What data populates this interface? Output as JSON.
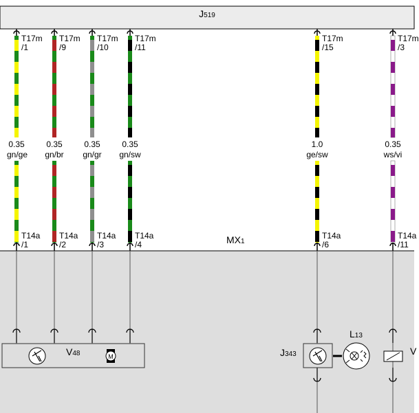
{
  "header": {
    "title_main": "J",
    "title_sub": "519"
  },
  "wires": [
    {
      "id": "w1",
      "top_pin": "T17m",
      "top_num": "/1",
      "size": "0.35",
      "color": "gn/ge",
      "bottom_pin": "T14a",
      "bottom_num": "/1",
      "base": "#1a8a1a",
      "stripe": "#f5f500"
    },
    {
      "id": "w2",
      "top_pin": "T17m",
      "top_num": "/9",
      "size": "0.35",
      "color": "gn/br",
      "bottom_pin": "T14a",
      "bottom_num": "/2",
      "base": "#1a8a1a",
      "stripe": "#b02525"
    },
    {
      "id": "w3",
      "top_pin": "T17m",
      "top_num": "/10",
      "size": "0.35",
      "color": "gn/gr",
      "bottom_pin": "T14a",
      "bottom_num": "/3",
      "base": "#1a8a1a",
      "stripe": "#8f8f8f"
    },
    {
      "id": "w4",
      "top_pin": "T17m",
      "top_num": "/11",
      "size": "0.35",
      "color": "gn/sw",
      "bottom_pin": "T14a",
      "bottom_num": "/4",
      "base": "#1a8a1a",
      "stripe": "#000000"
    },
    {
      "id": "w5",
      "top_pin": "T17m",
      "top_num": "/15",
      "size": "1.0",
      "color": "ge/sw",
      "bottom_pin": "T14a",
      "bottom_num": "/6",
      "base": "#f5f500",
      "stripe": "#000000"
    },
    {
      "id": "w6",
      "top_pin": "T17m",
      "top_num": "/3",
      "size": "0.35",
      "color": "ws/vi",
      "bottom_pin": "T14a",
      "bottom_num": "/11",
      "base": "#ffffff",
      "stripe": "#8a1a8a"
    }
  ],
  "connector": {
    "main": "MX",
    "sub": "1"
  },
  "components": {
    "v48": {
      "main": "V",
      "sub": "48"
    },
    "j343": {
      "main": "J",
      "sub": "343"
    },
    "l13": {
      "main": "L",
      "sub": "13"
    },
    "cutoff": "V"
  },
  "colors": {
    "lower_area": "#dedede",
    "line": "#000000",
    "wire_gray": "#555555"
  }
}
